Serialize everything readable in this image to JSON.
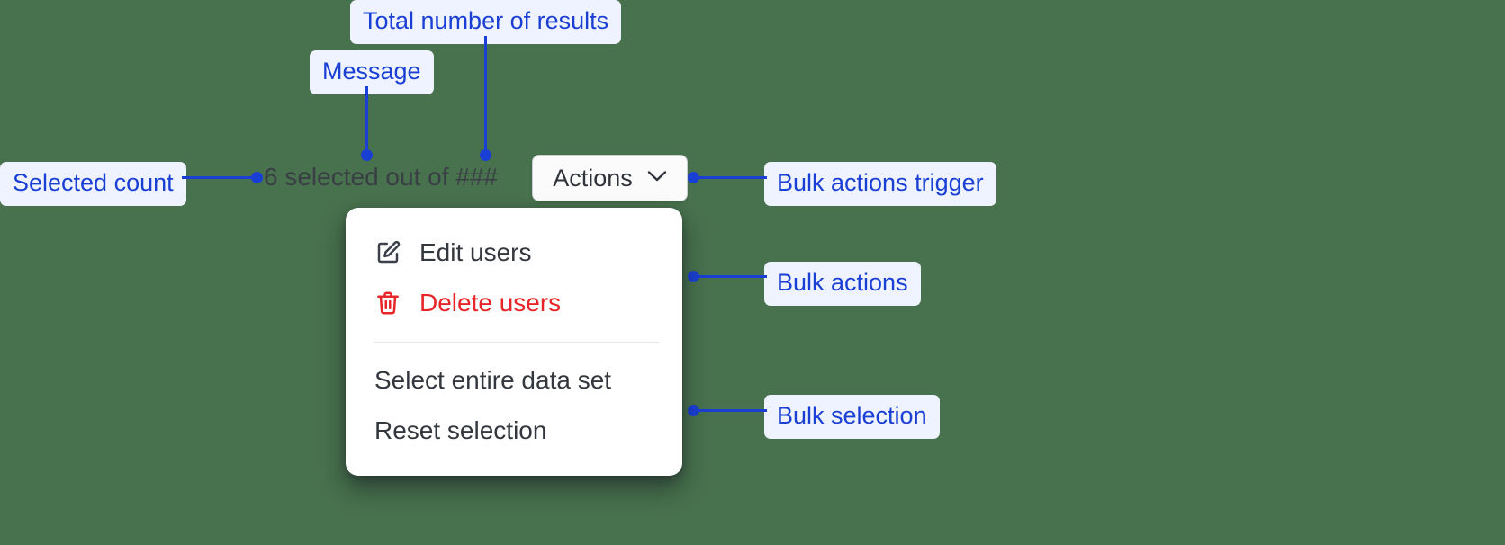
{
  "colors": {
    "background": "#48714D",
    "annotation_blue": "#1A3FD4",
    "annotation_badge_bg": "#EEF3FF",
    "menu_text": "#33373E",
    "danger_red": "#E8262A",
    "message_text": "#3A3F46",
    "button_bg": "#FBFBFB",
    "button_border": "#C9CCD1"
  },
  "bulk_bar": {
    "selected_count": "6",
    "message_prefix": "selected out of",
    "total_results": "###",
    "full_message": "6 selected out of ###",
    "actions_button": {
      "label": "Actions",
      "chevron_icon": "chevron-down-icon"
    }
  },
  "menu": {
    "items": [
      {
        "label": "Edit users",
        "icon": "pencil-square-icon",
        "variant": "default"
      },
      {
        "label": "Delete users",
        "icon": "trash-icon",
        "variant": "danger"
      },
      {
        "label": "Select entire data set",
        "icon": "",
        "variant": "default"
      },
      {
        "label": "Reset selection",
        "icon": "",
        "variant": "default"
      }
    ],
    "separator_after_index": 1
  },
  "annotations": [
    {
      "id": "total-number-of-results",
      "label": "Total number of results"
    },
    {
      "id": "message",
      "label": "Message"
    },
    {
      "id": "selected-count",
      "label": "Selected count"
    },
    {
      "id": "bulk-actions-trigger",
      "label": "Bulk actions trigger"
    },
    {
      "id": "bulk-actions",
      "label": "Bulk actions"
    },
    {
      "id": "bulk-selection",
      "label": "Bulk selection"
    }
  ]
}
